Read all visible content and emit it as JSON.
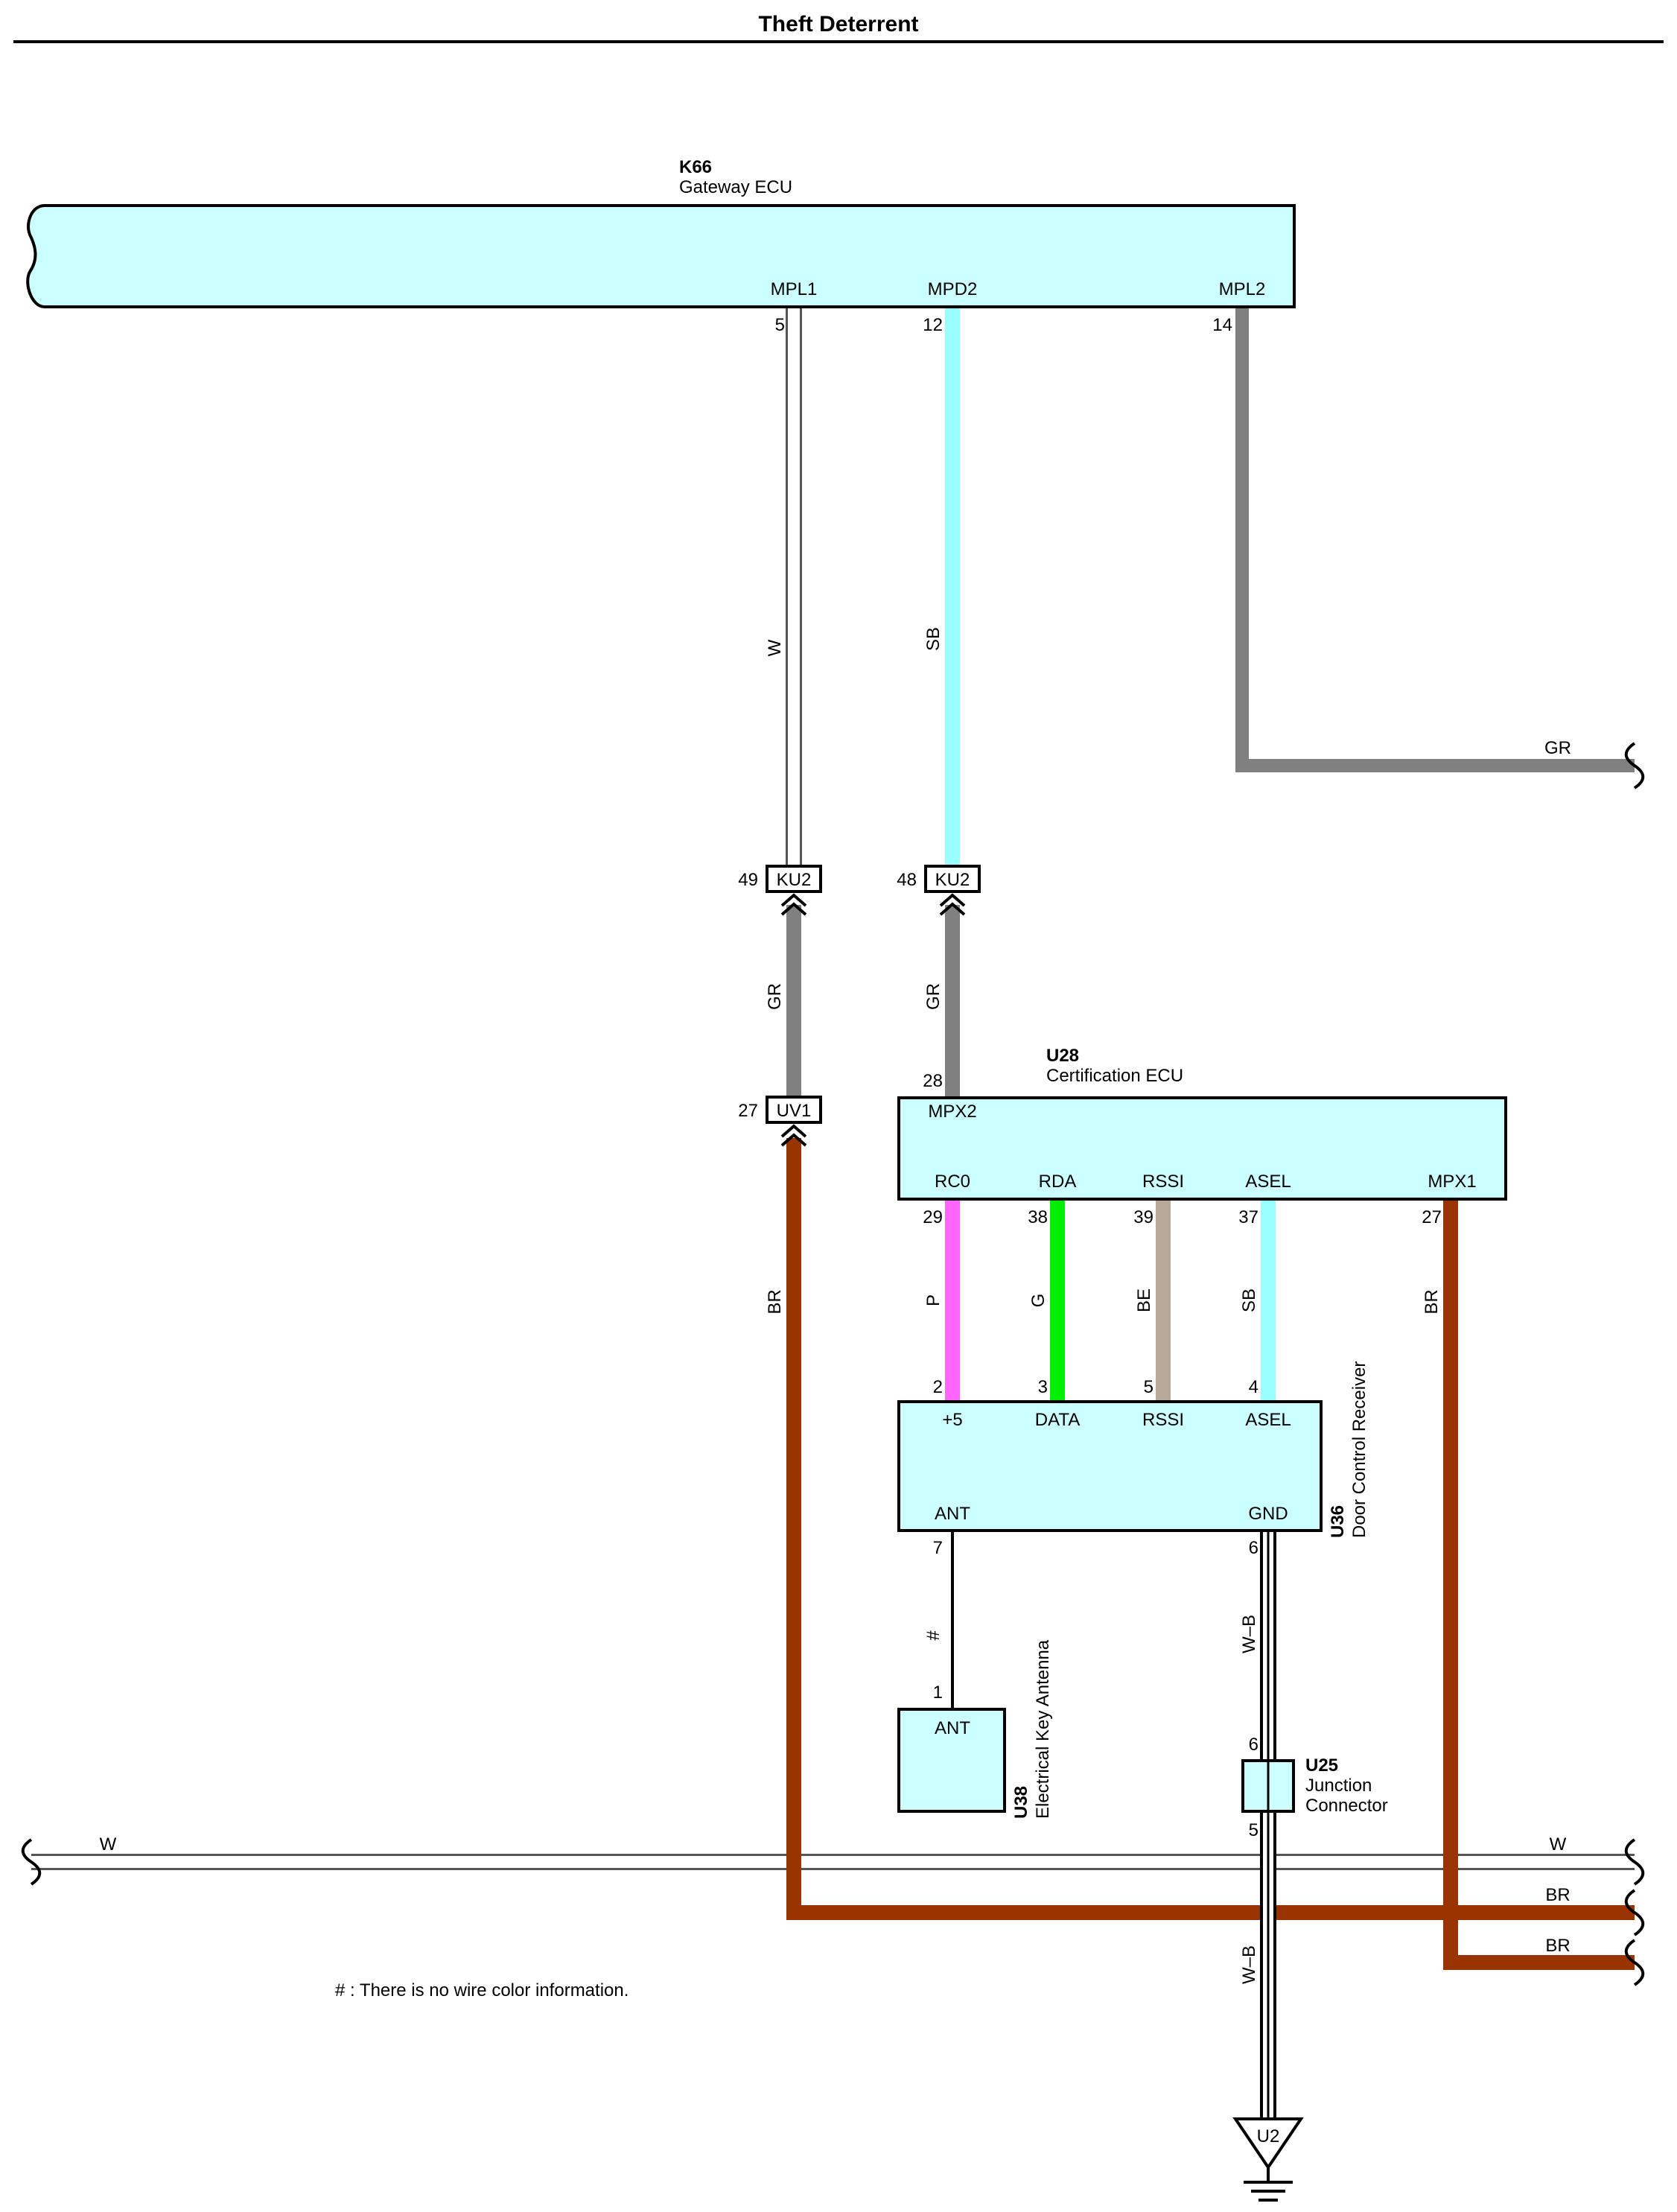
{
  "title": "Theft Deterrent",
  "colors": {
    "component_fill": "#ccffff",
    "wire_white": "#ffffff",
    "wire_white_outline": "#555555",
    "wire_sky_blue": "#99ffff",
    "wire_gray": "#808080",
    "wire_brown": "#993300",
    "wire_pink": "#ff66ff",
    "wire_green": "#00ee00",
    "wire_beige": "#b8a898",
    "wire_black": "#000000"
  },
  "components": {
    "k66": {
      "code": "K66",
      "name": "Gateway ECU",
      "pins": {
        "mpl1": "MPL1",
        "mpd2": "MPD2",
        "mpl2": "MPL2"
      },
      "pin_numbers": {
        "mpl1": "5",
        "mpd2": "12",
        "mpl2": "14"
      }
    },
    "u28": {
      "code": "U28",
      "name": "Certification ECU",
      "pins": {
        "mpx2": "MPX2",
        "rc0": "RC0",
        "rda": "RDA",
        "rssi": "RSSI",
        "asel": "ASEL",
        "mpx1": "MPX1"
      },
      "pin_numbers": {
        "mpx2": "28",
        "rc0": "29",
        "rda": "38",
        "rssi": "39",
        "asel": "37",
        "mpx1": "27"
      }
    },
    "u36": {
      "code": "U36",
      "name": "Door Control Receiver",
      "pins": {
        "plus5": "+5",
        "data": "DATA",
        "rssi": "RSSI",
        "asel": "ASEL",
        "ant": "ANT",
        "gnd": "GND"
      },
      "pin_numbers": {
        "plus5": "2",
        "data": "3",
        "rssi": "5",
        "asel": "4",
        "ant": "7",
        "gnd": "6"
      }
    },
    "u38": {
      "code": "U38",
      "name": "Electrical Key Antenna",
      "pins": {
        "ant": "ANT"
      },
      "pin_numbers": {
        "ant": "1"
      }
    },
    "u25": {
      "code": "U25",
      "name_line1": "Junction",
      "name_line2": "Connector",
      "pin_numbers": {
        "in": "6",
        "out": "5"
      }
    },
    "ground": {
      "code": "U2"
    }
  },
  "connectors": {
    "ku2_a": {
      "code": "KU2",
      "pin": "49"
    },
    "ku2_b": {
      "code": "KU2",
      "pin": "48"
    },
    "uv1": {
      "code": "UV1",
      "pin": "27"
    }
  },
  "wire_labels": {
    "mpl1_upper": "W",
    "mpd2_upper": "SB",
    "mpl2": "GR",
    "ku2a_lower": "GR",
    "ku2b_lower": "GR",
    "uv1_lower": "BR",
    "rc0": "P",
    "rda": "G",
    "rssi": "BE",
    "asel": "SB",
    "mpx1": "BR",
    "ant": "#",
    "gnd_upper": "W–B",
    "gnd_lower": "W–B",
    "bus_w_left": "W",
    "bus_w_right": "W",
    "bus_br1": "BR",
    "bus_br2": "BR"
  },
  "note": "# : There is no wire color information."
}
